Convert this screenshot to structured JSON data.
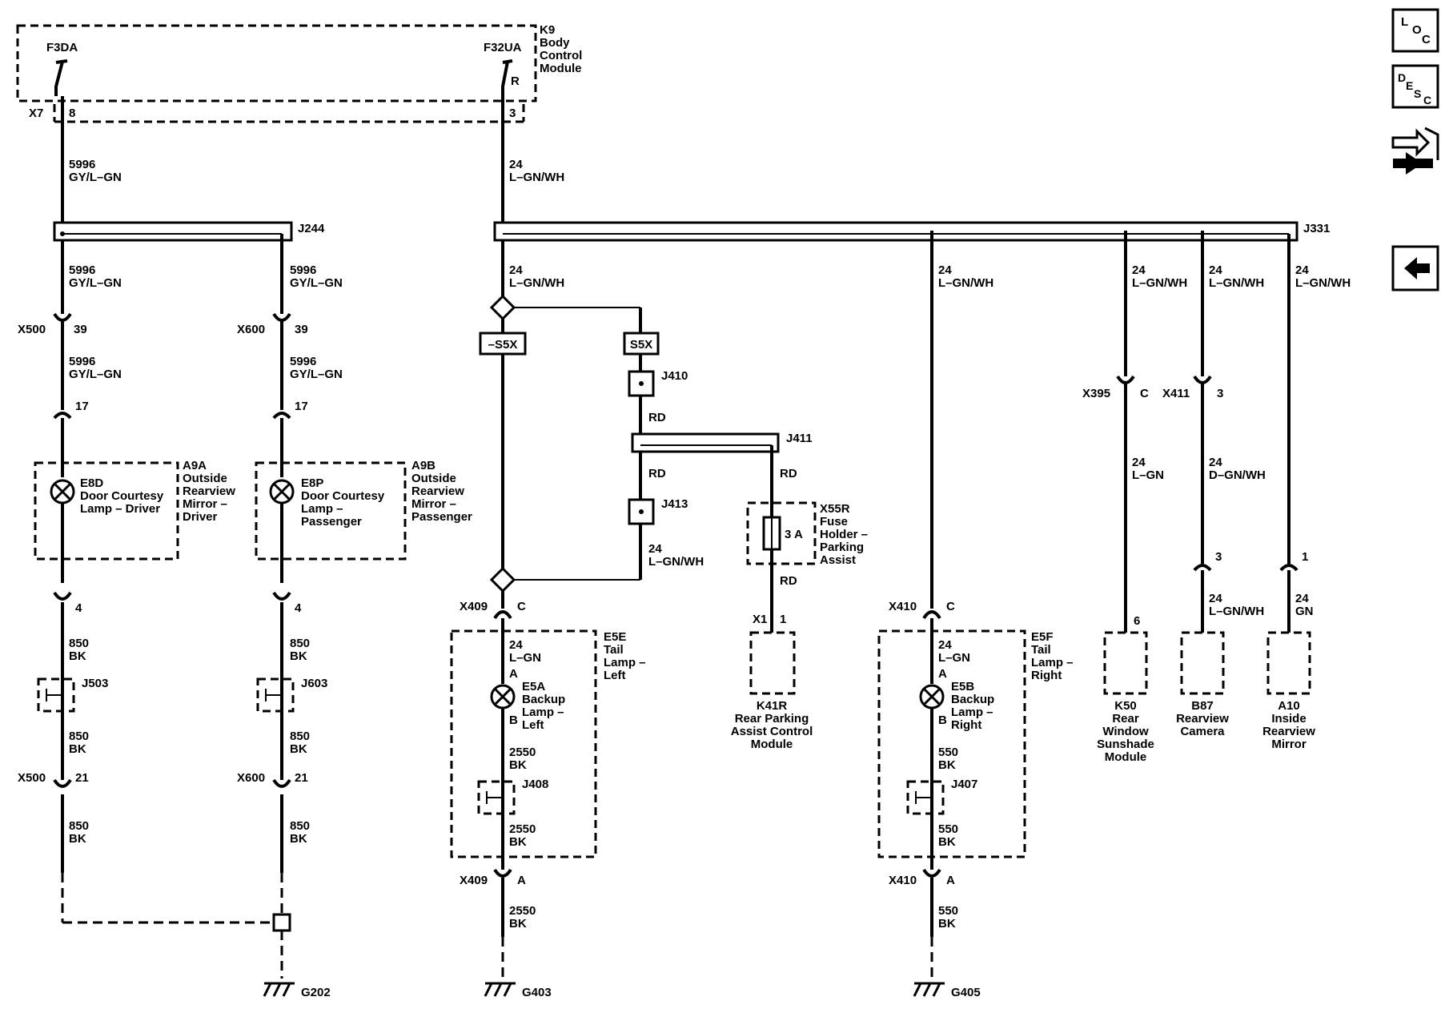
{
  "modules": {
    "k9": {
      "id": "K9",
      "l1": "Body",
      "l2": "Control",
      "l3": "Module"
    },
    "a9a": {
      "id": "A9A",
      "l1": "Outside",
      "l2": "Rearview",
      "l3": "Mirror –",
      "l4": "Driver"
    },
    "a9b": {
      "id": "A9B",
      "l1": "Outside",
      "l2": "Rearview",
      "l3": "Mirror –",
      "l4": "Passenger"
    },
    "e8d": {
      "id": "E8D",
      "l1": "Door Courtesy",
      "l2": "Lamp – Driver"
    },
    "e8p": {
      "id": "E8P",
      "l1": "Door Courtesy",
      "l2": "Lamp –",
      "l3": "Passenger"
    },
    "e5e": {
      "id": "E5E",
      "l1": "Tail",
      "l2": "Lamp –",
      "l3": "Left"
    },
    "e5a": {
      "id": "E5A",
      "l1": "Backup",
      "l2": "Lamp –",
      "l3": "Left"
    },
    "e5f": {
      "id": "E5F",
      "l1": "Tail",
      "l2": "Lamp –",
      "l3": "Right"
    },
    "e5b": {
      "id": "E5B",
      "l1": "Backup",
      "l2": "Lamp –",
      "l3": "Right"
    },
    "x55r": {
      "id": "X55R",
      "l1": "Fuse",
      "l2": "Holder –",
      "l3": "Parking",
      "l4": "Assist",
      "rating": "3 A"
    },
    "k41r": {
      "id": "K41R",
      "l1": "Rear Parking",
      "l2": "Assist Control",
      "l3": "Module"
    },
    "k50": {
      "id": "K50",
      "l1": "Rear",
      "l2": "Window",
      "l3": "Sunshade",
      "l4": "Module"
    },
    "b87": {
      "id": "B87",
      "l1": "Rearview",
      "l2": "Camera"
    },
    "a10": {
      "id": "A10",
      "l1": "Inside",
      "l2": "Rearview",
      "l3": "Mirror"
    }
  },
  "fuses": {
    "f3da": "F3DA",
    "f32ua": "F32UA",
    "r": "R"
  },
  "connectors": {
    "x7": "X7",
    "x500": "X500",
    "x600": "X600",
    "x409": "X409",
    "x410": "X410",
    "x395": "X395",
    "x411": "X411",
    "x1": "X1"
  },
  "pins": {
    "p8": "8",
    "p3": "3",
    "p39": "39",
    "p17": "17",
    "p4": "4",
    "p21": "21",
    "c": "C",
    "a": "A",
    "b": "B",
    "p1": "1",
    "p6": "6"
  },
  "splices": {
    "j244": "J244",
    "j331": "J331",
    "j410": "J410",
    "j411": "J411",
    "j413": "J413",
    "j503": "J503",
    "j603": "J603",
    "j408": "J408",
    "j407": "J407"
  },
  "options": {
    "s5x_neg": "–S5X",
    "s5x": "S5X"
  },
  "grounds": {
    "g202": "G202",
    "g403": "G403",
    "g405": "G405"
  },
  "wires": {
    "n5996": "5996",
    "gyl_gn": "GY/L–GN",
    "n24": "24",
    "l_gnwh": "L–GN/WH",
    "l_gn": "L–GN",
    "d_gnwh": "D–GN/WH",
    "gn": "GN",
    "rd": "RD",
    "n850": "850",
    "n2550": "2550",
    "n550": "550",
    "bk": "BK"
  },
  "nav": {
    "loc": {
      "l": "L",
      "o": "O",
      "c": "C"
    },
    "desc": {
      "d": "D",
      "e": "E",
      "s": "S",
      "c": "C"
    }
  }
}
